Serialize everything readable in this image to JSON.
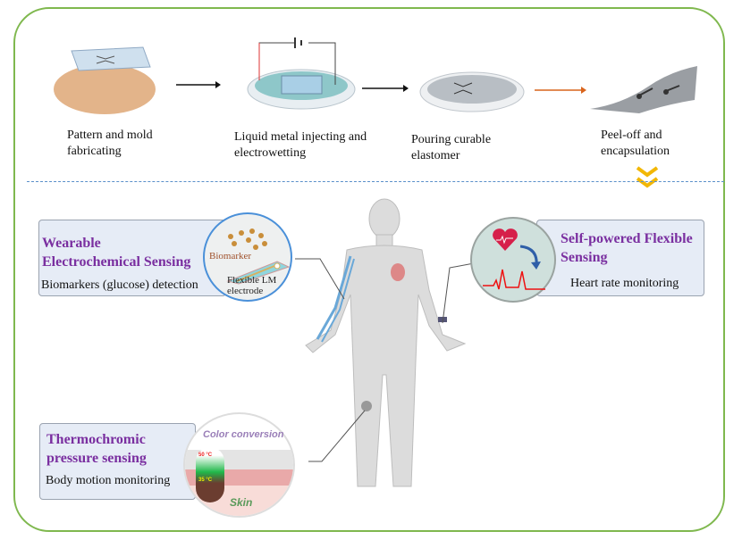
{
  "colors": {
    "frame": "#7fb84e",
    "divider": "#5a8fc9",
    "title": "#7a2fa0",
    "card_bg": "#e6ecf6",
    "orange_arrow": "#d9641c"
  },
  "steps": [
    {
      "label": "Pattern and mold fabricating"
    },
    {
      "label": "Liquid metal injecting and electrowetting"
    },
    {
      "label": "Pouring curable elastomer"
    },
    {
      "label": "Peel-off and encapsulation"
    }
  ],
  "cards": {
    "electrochemical": {
      "title_line1": "Wearable",
      "title_line2": "Electrochemical Sensing",
      "subtitle": "Biomarkers (glucose) detection",
      "inset_label1": "Biomarker",
      "inset_label2": "Flexible LM",
      "inset_label3": "electrode"
    },
    "self_powered": {
      "title_line1": "Self-powered Flexible",
      "title_line2": "Sensing",
      "subtitle": "Heart rate monitoring"
    },
    "thermochromic": {
      "title_line1": "Thermochromic",
      "title_line2": "pressure sensing",
      "subtitle": "Body motion monitoring",
      "inset_top": "Color conversion",
      "inset_bottom": "Skin",
      "temp_high": "50 °C",
      "temp_low": "35 °C"
    }
  }
}
